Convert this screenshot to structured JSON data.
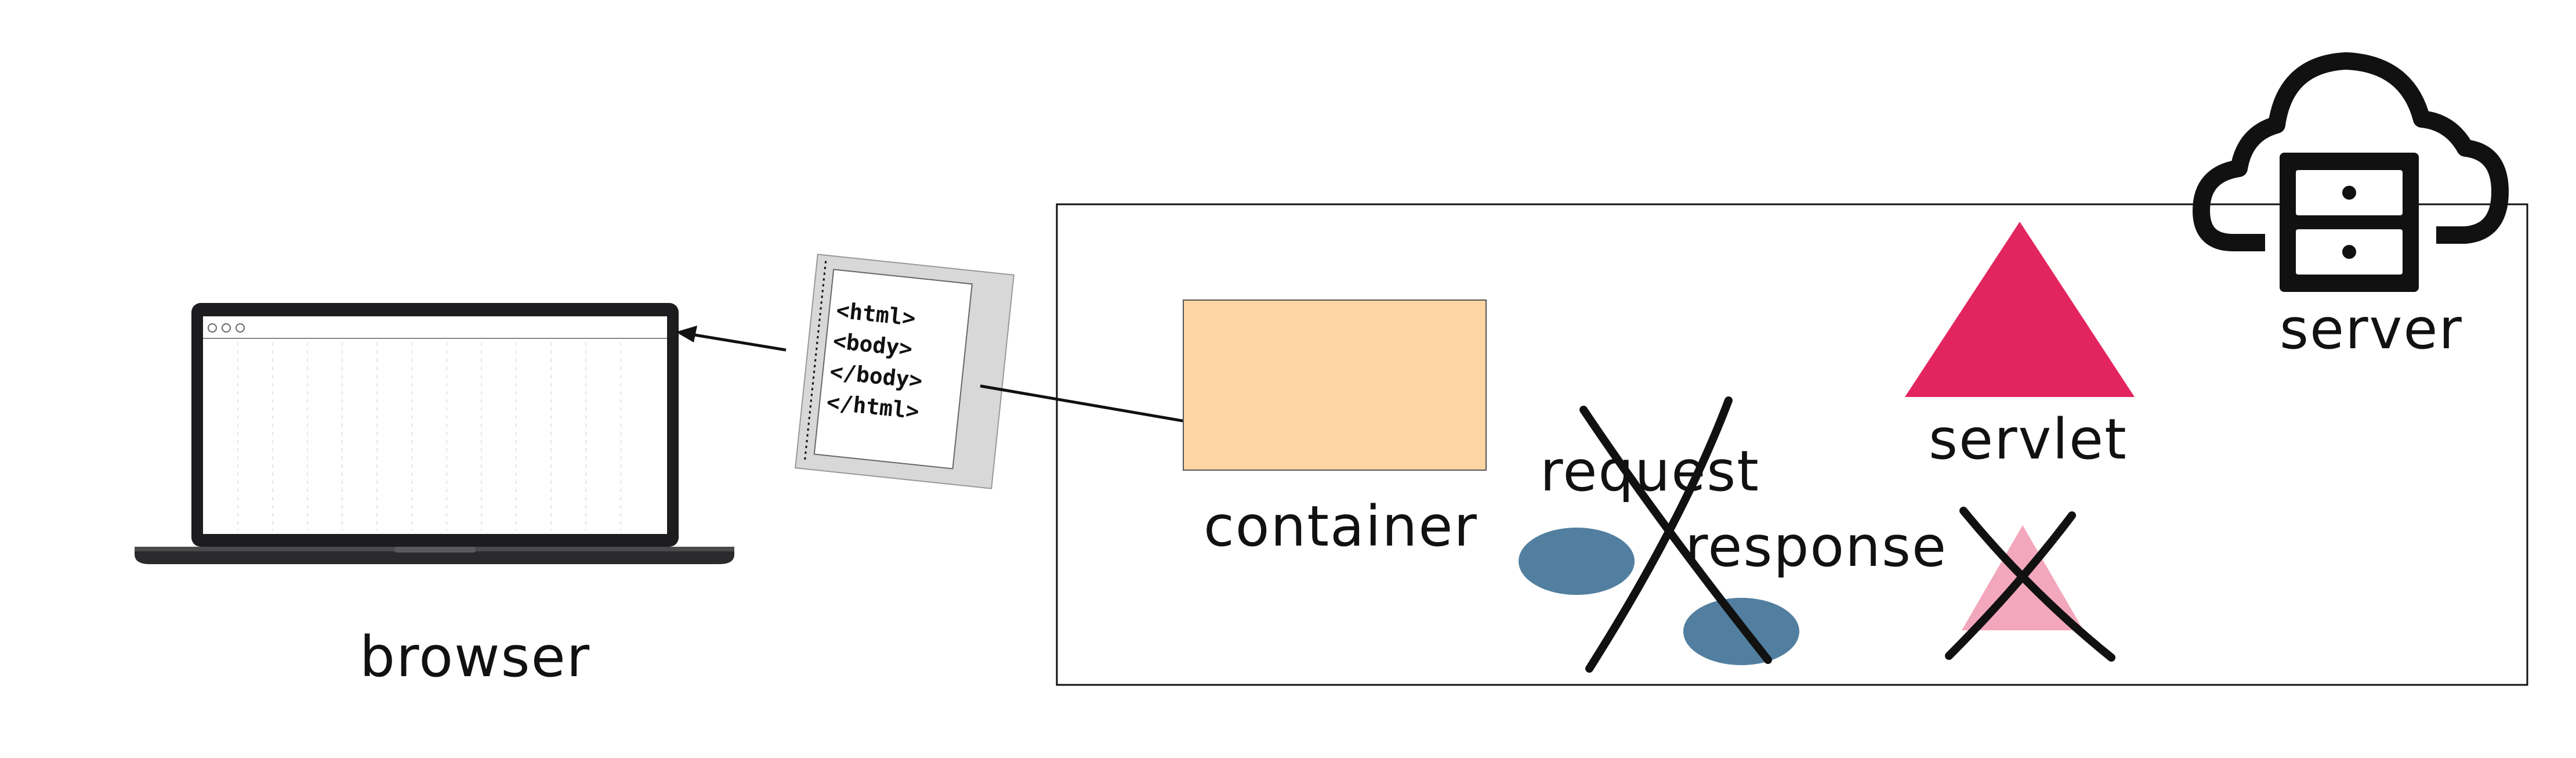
{
  "labels": {
    "browser": "browser",
    "container": "container",
    "request": "request",
    "response": "response",
    "servlet": "servlet",
    "server": "server"
  },
  "html_document": {
    "lines": [
      "<html>",
      "<body>",
      "</body>",
      "</html>"
    ]
  },
  "colors": {
    "container_fill": "#FDD5A4",
    "servlet_fill": "#E3255F",
    "servlet_faded_fill": "#F3A7BD",
    "ellipse_fill": "#527F9F",
    "stroke": "#111111"
  },
  "icons": {
    "laptop": "laptop-icon",
    "document": "html-document-icon",
    "cloud_server": "cloud-server-icon"
  },
  "crossed_out": [
    "request",
    "response",
    "servlet-faded"
  ]
}
